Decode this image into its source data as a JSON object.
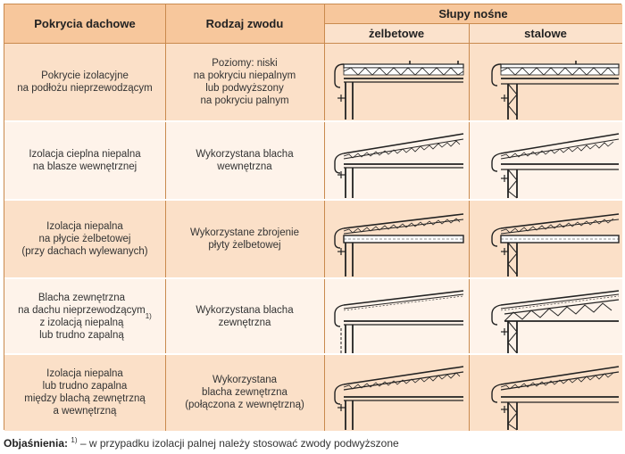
{
  "header": {
    "col1": "Pokrycia dachowe",
    "col2": "Rodzaj zwodu",
    "group": "Słupy nośne",
    "sub1": "żelbetowe",
    "sub2": "stalowe"
  },
  "rows": [
    {
      "covering": "Pokrycie izolacyjne\nna podłożu nieprzewodzącym",
      "conductor": "Poziomy: niski\nna pokryciu niepalnym\nlub podwyższony\nna pokryciu palnym"
    },
    {
      "covering": "Izolacja cieplna niepalna\nna blasze wewnętrznej",
      "conductor": "Wykorzystana blacha\nwewnętrzna"
    },
    {
      "covering": "Izolacja niepalna\nna płycie żelbetowej\n(przy dachach wylewanych)",
      "conductor": "Wykorzystane zbrojenie\npłyty żelbetowej"
    },
    {
      "covering": "Blacha zewnętrzna\nna dachu nieprzewodzącym\nz izolacją niepalną\nlub trudno zapalną",
      "covering_sup": "1)",
      "conductor": "Wykorzystana blacha\nzewnętrzna"
    },
    {
      "covering": "Izolacja niepalna\nlub trudno zapalna\nmiędzy blachą zewnętrzną\na wewnętrzną",
      "conductor": "Wykorzystana\nblacha zewnętrzna\n(połączona z wewnętrzną)"
    }
  ],
  "footnote": {
    "label": "Objaśnienia:",
    "mark": "1)",
    "text": " – w przypadku izolacji palnej należy stosować zwody podwyższone"
  },
  "colors": {
    "header": "#f7c79c",
    "header_sub": "#fbe2cc",
    "row_dark": "#fbe0c8",
    "row_light": "#fef3ea",
    "border": "#c98a4e"
  }
}
